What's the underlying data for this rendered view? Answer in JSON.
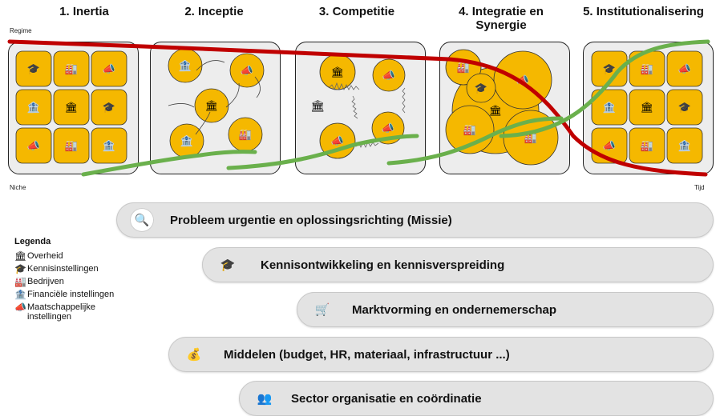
{
  "stages": [
    {
      "label": "1. Inertia"
    },
    {
      "label": "2. Inceptie"
    },
    {
      "label": "3. Competitie"
    },
    {
      "label": "4. Integratie en Synergie"
    },
    {
      "label": "5. Institutionalisering"
    }
  ],
  "axis": {
    "regime": "Regime",
    "niche": "Niche",
    "time": "Tijd"
  },
  "colors": {
    "actor": "#f5b800",
    "regime_line": "#c00000",
    "niche_line": "#6ab04c",
    "panel": "#ededed"
  },
  "functions": [
    {
      "label": "Probleem urgentie en oplossingsrichting (Missie)",
      "icon": "magnifier-warning-icon",
      "glyph": "🔍"
    },
    {
      "label": "Kennisontwikkeling en kennisverspreiding",
      "icon": "graduation-cap-icon",
      "glyph": "🎓"
    },
    {
      "label": "Marktvorming en ondernemerschap",
      "icon": "shopping-cart-icon",
      "glyph": "🛒"
    },
    {
      "label": "Middelen (budget, HR, materiaal, infrastructuur ...)",
      "icon": "money-bag-icon",
      "glyph": "💰"
    },
    {
      "label": "Sector organisatie en coördinatie",
      "icon": "org-chart-icon",
      "glyph": "👥"
    }
  ],
  "legend": {
    "title": "Legenda",
    "items": [
      {
        "label": "Overheid",
        "icon": "government-building-icon",
        "glyph": "🏛"
      },
      {
        "label": "Kennisinstellingen",
        "icon": "graduation-cap-icon",
        "glyph": "🎓"
      },
      {
        "label": "Bedrijven",
        "icon": "factory-icon",
        "glyph": "🏭"
      },
      {
        "label": "Financiële instellingen",
        "icon": "bank-icon",
        "glyph": "🏦"
      },
      {
        "label": "Maatschappelijke instellingen",
        "icon": "megaphone-icon",
        "glyph": "📣"
      }
    ]
  },
  "actor_glyphs": {
    "gov": "🏛",
    "edu": "🎓",
    "biz": "🏭",
    "fin": "🏦",
    "soc": "📣"
  }
}
